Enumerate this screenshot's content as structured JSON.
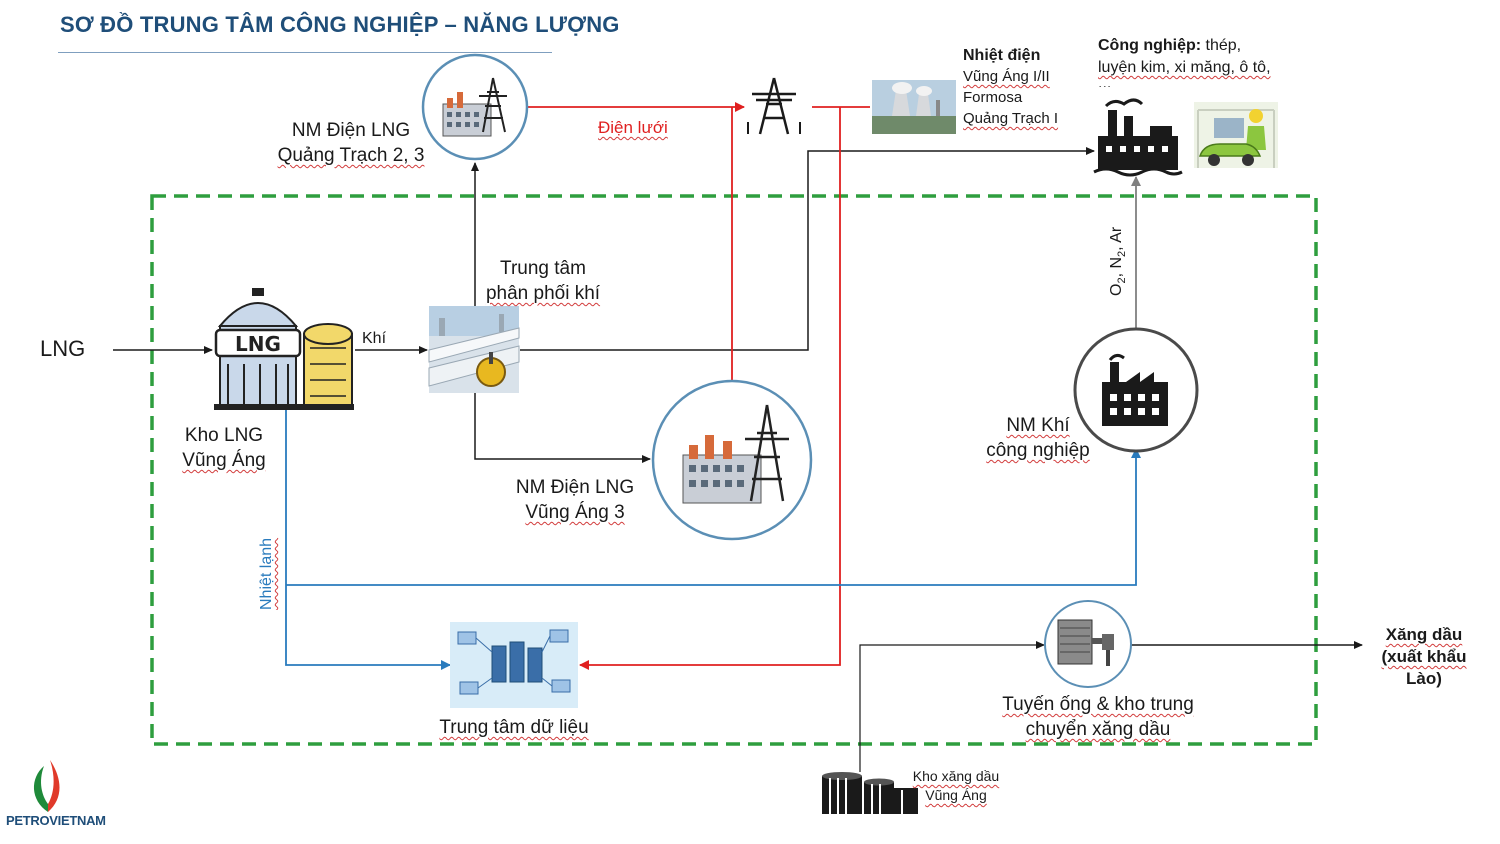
{
  "title": "SƠ ĐỒ TRUNG TÂM CÔNG NGHIỆP – NĂNG LƯỢNG",
  "nodes": {
    "lng_input": "LNG",
    "kho_lng": [
      "Kho LNG",
      "Vũng Áng"
    ],
    "khi_label": "Khí",
    "gas_center": [
      "Trung tâm",
      "phân phối khí"
    ],
    "power_qt": [
      "NM Điện LNG",
      "Quảng Trạch 2, 3"
    ],
    "power_va3": [
      "NM Điện LNG",
      "Vũng Áng 3"
    ],
    "grid_label": "Điện lưới",
    "thermal": {
      "title": "Nhiệt điện",
      "lines": [
        "Vũng Áng I/II",
        "Formosa",
        "Quảng Trạch I"
      ]
    },
    "industry": {
      "title": "Công nghiệp:",
      "rest": " thép,",
      "line2": "luyện kim, xi măng, ô tô,",
      "line3": "..."
    },
    "gases": {
      "o": "O",
      "sub1": "2",
      "n": ", N",
      "sub2": "2",
      "ar": ", Ar"
    },
    "industrial_gas_plant": [
      "NM Khí",
      "công nghiệp"
    ],
    "cold_label": "Nhiệt lạnh",
    "data_center": "Trung tâm dữ liệu",
    "pipeline": [
      "Tuyến ống & kho trung",
      "chuyển xăng dầu"
    ],
    "fuel_export": [
      "Xăng dầu",
      "(xuất khẩu",
      "Lào)"
    ],
    "fuel_depot": [
      "Kho xăng dầu",
      "Vũng Áng"
    ],
    "lng_tank_text": "LNG"
  },
  "logo": {
    "text": "PETROVIETNAM"
  },
  "colors": {
    "title": "#1f4e79",
    "zone_border": "#2e9e3e",
    "red_line": "#e02020",
    "blue_line": "#2a7bbd",
    "black_line": "#1a1a1a",
    "circle_border": "#5b8fb5"
  }
}
